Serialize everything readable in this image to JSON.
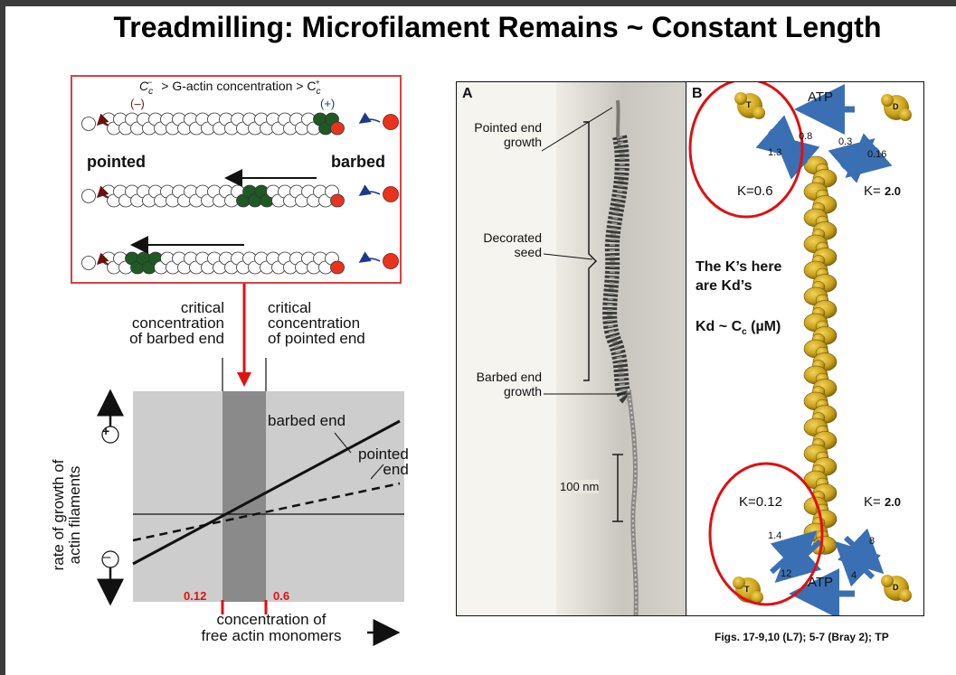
{
  "title": "Treadmilling: Microfilament Remains ~ Constant Length",
  "box_a": {
    "cc_line_pre": "C",
    "cc_line_mid": "> G-actin concentration > C",
    "minus": "(–)",
    "plus": "(+)",
    "pointed": "pointed",
    "barbed": "barbed"
  },
  "graph": {
    "cc_barbed_label": [
      "critical",
      "concentration",
      "of barbed end"
    ],
    "cc_pointed_label": [
      "critical",
      "concentration",
      "of pointed end"
    ],
    "barbed_line_label": "barbed end",
    "pointed_line_label_1": "pointed",
    "pointed_line_label_2": "end",
    "ylabel_1": "rate of growth of",
    "ylabel_2": "actin filaments",
    "plus_symbol": "+",
    "minus_symbol": "–",
    "xlabel_1": "concentration of",
    "xlabel_2": "free actin monomers",
    "tick_left": "0.12",
    "tick_right": "0.6"
  },
  "panel_a": {
    "letter": "A",
    "pointed_growth_1": "Pointed end",
    "pointed_growth_2": "growth",
    "decorated_1": "Decorated",
    "decorated_2": "seed",
    "barbed_growth_1": "Barbed end",
    "barbed_growth_2": "growth",
    "scale": "100 nm"
  },
  "panel_b": {
    "letter": "B",
    "atp_top": "ATP",
    "atp_bottom": "ATP",
    "t_label": "T",
    "d_label": "D",
    "rate_0_8": "0.8",
    "rate_1_3": "1.3",
    "rate_0_3": "0.3",
    "rate_0_16": "0.16",
    "k_top_left": "K=0.6",
    "k_top_right_pre": "K= ",
    "k_top_right_val": "2.0",
    "kd_note_1": "The K’s here",
    "kd_note_2": "are Kd’s",
    "kd_note_3_pre": "Kd ~ C",
    "kd_note_3_sub": "c",
    "kd_note_3_post": " (µM)",
    "k_bot_left": "K=0.12",
    "k_bot_right_pre": "K= ",
    "k_bot_right_val": "2.0",
    "rate_1_4": "1.4",
    "rate_12": "12",
    "rate_8": "8",
    "rate_4": "4"
  },
  "caption": "Figs. 17-9,10 (L7); 5-7 (Bray 2); TP",
  "colors": {
    "accent_red": "#e01010",
    "arrow_blue": "#3a6fb3",
    "gold": "#c9a21c",
    "dark_green": "#1f5a25",
    "subunit_red": "#e8341f"
  }
}
